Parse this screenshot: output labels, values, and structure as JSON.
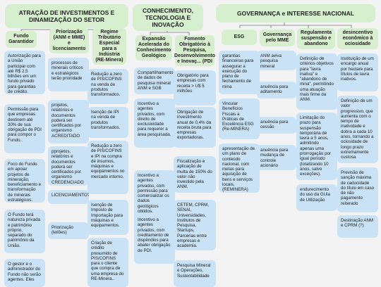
{
  "sections": {
    "attraction": "ATRAÇÃO DE INVESTIMENTOS E DINAMIZAÇÃO DO SETOR",
    "knowledge": "CONHECIMENTO, TECNOLOGIA E INOVAÇÃO",
    "governance": "GOVERNANÇA e INTERESSE NACIONAL"
  },
  "columns": {
    "fundo": "Fundo Garantidor",
    "priorizacao": "Priorização (ANM e MME) e licenciamento",
    "regime": "Regime Tributário Especial para a Indústria (RE-Minera)",
    "expansao": "Expansão Acelerada do Conhecimento Geológico",
    "fomento": "Fomento Obrigatório à Pesquisa, Desenvolvimento e Inovaç... (PDI",
    "esg": "ESG",
    "gov_mme": "Governança pelo MME",
    "regulamenta": "Regulamenta suspensão e abandono",
    "desincentivo": "desincentivo econômico à ociosidade"
  },
  "cards": {
    "fundo": [
      "Autorização para a União participar com até R$ 2,5 bilhões em um fundo privado para garantias de crédito.",
      "Permissão para que empresas destinem até 30% de sua obrigação de PDI para compor o Fundo..",
      "Foco do Fundo em apoiar projetos de mineração, beneficiamento e transformação de minerais estratégicos.",
      "O Fundo terá natureza privada e patrimônio próprio, separado do patrimônio da União.",
      "O gestor e o administrador do Fundo não serão agentes. Eles"
    ],
    "priorizacao": [
      "processos de minerais críticos e estratégicos terão prioridade",
      "projetos, relatórios e documentos poderá ser certificados por organismo ACREDITADO",
      "pprojetos, relatórios e documentos poderá ser certificados por organismo CREDENCIADO",
      "LICENCIAMENTO???",
      "Priorização (leilões)"
    ],
    "regime": [
      "Redução a zero de PIS/COFINS na venda de produtos transformados.",
      "Isenção de IPI na venda de produtos transformados.",
      "Redução a zero de PIS/COFINS e IPI na compra de insumos, máquinas e equipamentos no mercado interno.",
      "Isenção de Imposto de Importação para máquinas e equipamentos.",
      "Criação de crédito presumido de PIS/COFINS para o cliente que compra de uma empresa do RE-Minera.."
    ],
    "expansao": [
      "Compartilhamento de dados de pesquisa mineral ANM e SGB",
      "Incentivo a agentes privados, com direito de exclusividade para requerer a área pesquisada.",
      "Incentivo a agentes privados, com permissão para comercializar os dados geológicos obtidos.",
      "Incentivo a agentes privados, com creditamento de dispêndios para abater obrigação de PDI."
    ],
    "fomento": [
      "Obrigatório para empresas com receita > U$ 5 milhões",
      "Obrigação de investimento anual de 0,4% da receita bruta para empresas exportadoras.",
      "Fiscalização e aplicação de multa de 150% do valor não investido pela ANM.",
      "CETEM, CPRM, SENAI, Universidades, Institutos de Pesquisa, Startups, Parcerias entre empresas e academia.",
      "Pesquisa Mineral e Operações, Sustentabilidade"
    ],
    "esg": [
      "garantias financeiras para assegurar a execução do plano de fechamento de mina",
      "Vincular Benefícios Fiscais a Práticas de Excelência ESG (Re-MINERA)",
      "apresentação de um plano de conteúdo nacional, com metas para aquisição de bens e serviços locais, (REMINERA)"
    ],
    "gov_mme": [
      "ANM aviva pesquisa mineral",
      "anuência para aditamento",
      "anuência para cessão",
      "anuência para mudança de controle acionário"
    ],
    "regulamenta": [
      "Definição de critérios objetivos para \"lavra inativa\" e \"abandono de mina\", permitindo uma atuação mais firme da ANM.",
      "Limitação do prazo para suspensão temporária de lavra a 5 anos, admitindo apenas uma prorrogação por igual período (totalizando 10 anos, salvo exceções).",
      "endurecimento do uso da GUia de Utilização"
    ],
    "desincentivo": [
      "Instituição de um encargo anual por hectare para títulos de lavra inativos.",
      "Definição de um valor progressivo, que aumenta com o tempo de inatividade e dobra a cada 10 anos, tornando a ociosidade de longo prazo extremamente custosa",
      "Previsão de sanção máxima de caducidade do título em caso de não pagamento reiterado",
      "Destinação ANM e CPRM (?)"
    ]
  }
}
